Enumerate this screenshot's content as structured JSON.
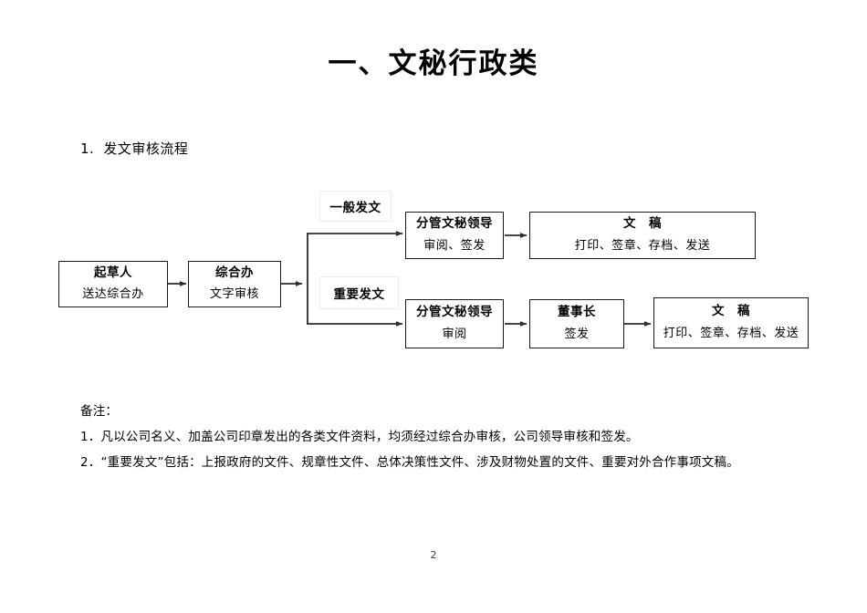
{
  "document": {
    "title": "一、文秘行政类",
    "section": {
      "number": "1.",
      "label": "发文审核流程"
    },
    "page_number": "2"
  },
  "flowchart": {
    "nodes": [
      {
        "id": "drafter",
        "title": "起草人",
        "subtitle": "送达综合办"
      },
      {
        "id": "general-office",
        "title": "综合办",
        "subtitle": "文字审核"
      },
      {
        "id": "secretary-lead-1",
        "title": "分管文秘领导",
        "subtitle": "审阅、签发"
      },
      {
        "id": "manuscript-1",
        "title": "文　稿",
        "subtitle": "打印、签章、存档、发送"
      },
      {
        "id": "secretary-lead-2",
        "title": "分管文秘领导",
        "subtitle": "审阅"
      },
      {
        "id": "chairman",
        "title": "董事长",
        "subtitle": "签发"
      },
      {
        "id": "manuscript-2",
        "title": "文　稿",
        "subtitle": "打印、签章、存档、发送"
      }
    ],
    "branch_labels": [
      {
        "id": "general-dispatch",
        "label": "一般发文"
      },
      {
        "id": "important-dispatch",
        "label": "重要发文"
      }
    ]
  },
  "notes": {
    "heading": "备注：",
    "items": [
      "1．凡以公司名义、加盖公司印章发出的各类文件资料，均须经过综合办审核，公司领导审核和签发。",
      "2．“重要发文”包括：上报政府的文件、规章性文件、总体决策性文件、涉及财物处置的文件、重要对外合作事项文稿。"
    ]
  },
  "colors": {
    "text": "#000000",
    "node_border": "#1a1a1a",
    "branch_label_border": "#ededed",
    "wire": "#2b2b2b"
  }
}
